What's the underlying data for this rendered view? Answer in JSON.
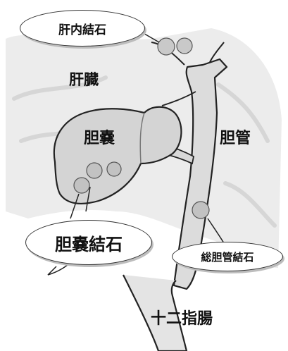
{
  "labels": {
    "intrahepatic_stone": "肝内結石",
    "liver": "肝臓",
    "gallbladder": "胆嚢",
    "bile_duct": "胆管",
    "gallbladder_stone": "胆嚢結石",
    "common_bile_duct_stone": "総胆管結石",
    "duodenum": "十二指腸"
  }
}
